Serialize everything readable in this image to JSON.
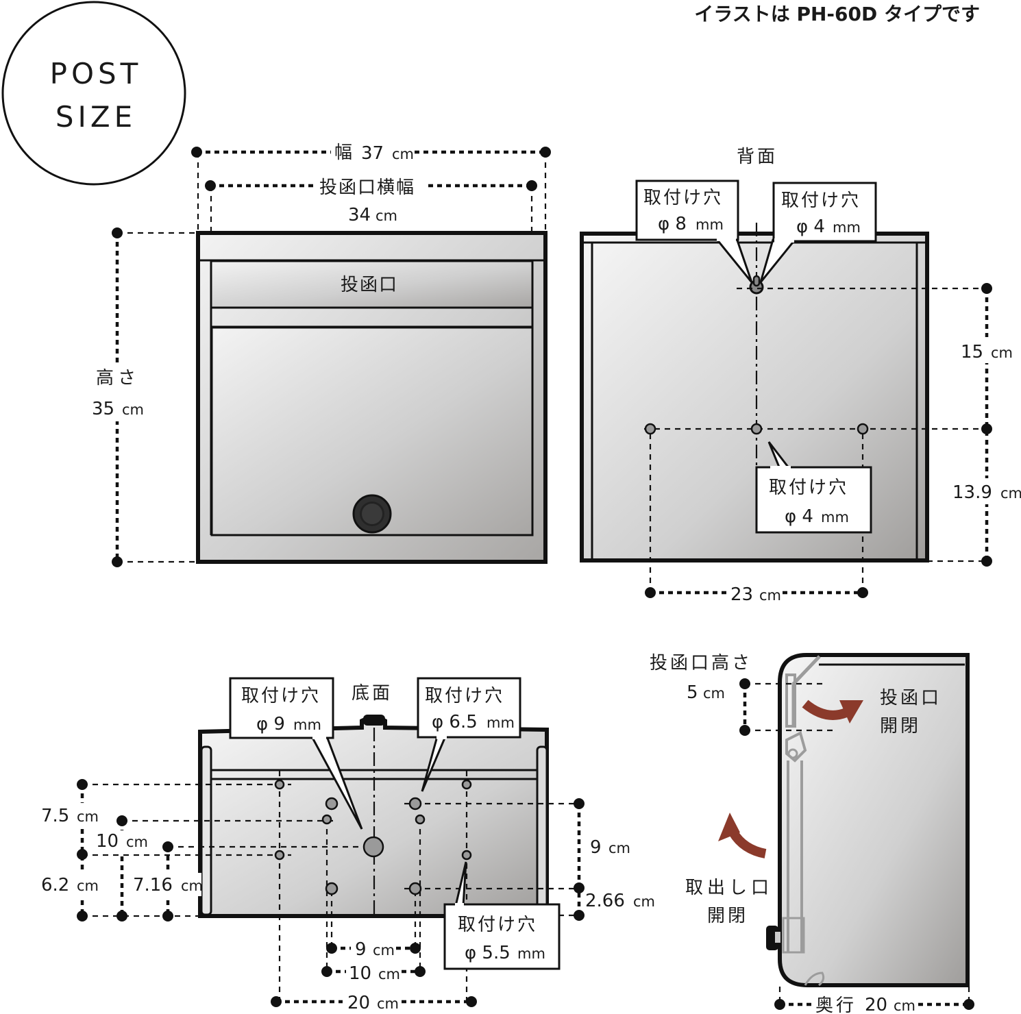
{
  "header": {
    "badge_line1": "POST",
    "badge_line2": "SIZE",
    "note": "イラストは PH-60D タイプです"
  },
  "front_view": {
    "width_label": "幅",
    "width_value": "37",
    "width_unit": "cm",
    "slot_width_label": "投函口横幅",
    "slot_width_value": "34",
    "slot_width_unit": "cm",
    "height_label": "高さ",
    "height_value": "35",
    "height_unit": "cm",
    "slot_label": "投函口"
  },
  "back_view": {
    "title": "背面",
    "callouts": [
      {
        "title": "取付け穴",
        "value": "φ 8",
        "unit": "mm"
      },
      {
        "title": "取付け穴",
        "value": "φ 4",
        "unit": "mm"
      },
      {
        "title": "取付け穴",
        "value": "φ 4",
        "unit": "mm"
      }
    ],
    "dim_upper_value": "15",
    "dim_upper_unit": "cm",
    "dim_lower_value": "13.9",
    "dim_lower_unit": "cm",
    "dim_horizontal_value": "23",
    "dim_horizontal_unit": "cm"
  },
  "bottom_view": {
    "title": "底面",
    "callouts": [
      {
        "title": "取付け穴",
        "value": "φ 9",
        "unit": "mm"
      },
      {
        "title": "取付け穴",
        "value": "φ 6.5",
        "unit": "mm"
      },
      {
        "title": "取付け穴",
        "value": "φ 5.5",
        "unit": "mm"
      }
    ],
    "left_dims": [
      {
        "value": "7.5",
        "unit": "cm"
      },
      {
        "value": "10",
        "unit": "cm"
      },
      {
        "value": "6.2",
        "unit": "cm"
      },
      {
        "value": "7.16",
        "unit": "cm"
      }
    ],
    "right_dims": [
      {
        "value": "9",
        "unit": "cm"
      },
      {
        "value": "2.66",
        "unit": "cm"
      }
    ],
    "bottom_dims": [
      {
        "value": "9",
        "unit": "cm"
      },
      {
        "value": "10",
        "unit": "cm"
      },
      {
        "value": "20",
        "unit": "cm"
      }
    ]
  },
  "side_view": {
    "slot_height_label": "投函口高さ",
    "slot_height_value": "5",
    "slot_height_unit": "cm",
    "slot_open_line1": "投函口",
    "slot_open_line2": "開閉",
    "takeout_line1": "取出し口",
    "takeout_line2": "開閉",
    "depth_label": "奥行",
    "depth_value": "20",
    "depth_unit": "cm",
    "arrow_color": "#8b3a2b"
  },
  "colors": {
    "panel_light": "#f2f2f2",
    "panel_dark": "#a9a7a5",
    "knob": "#333333"
  }
}
